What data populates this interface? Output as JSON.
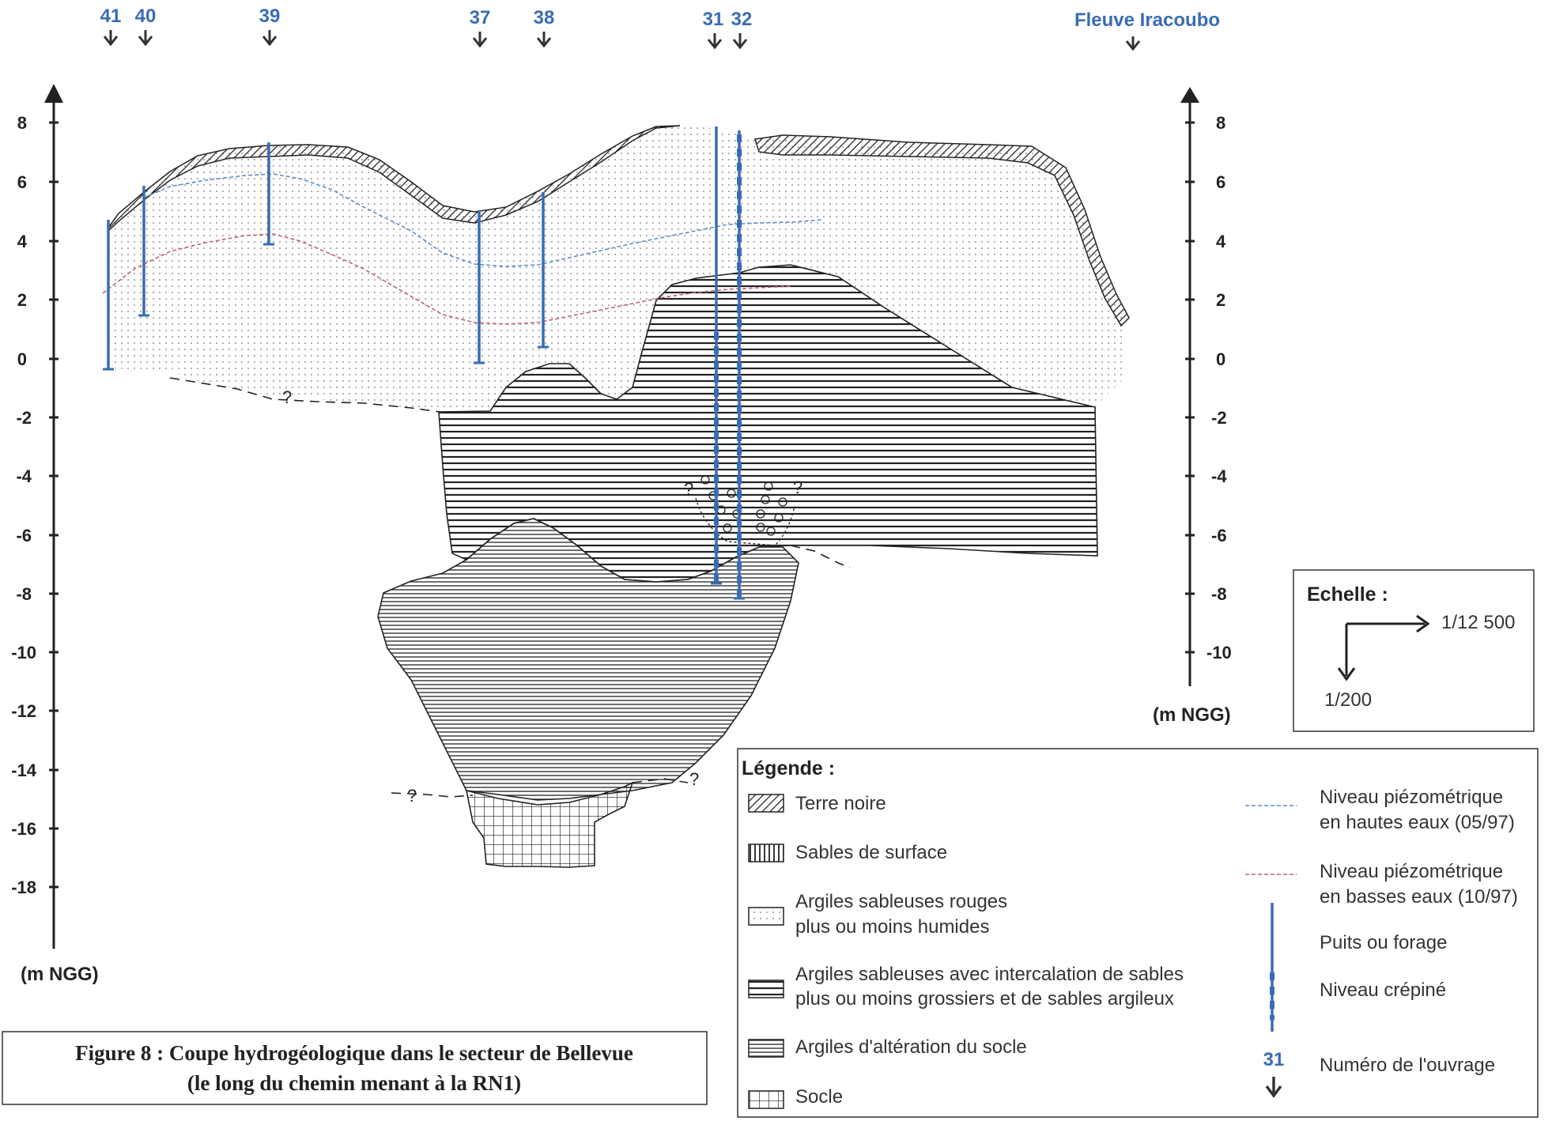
{
  "wells": [
    {
      "number": "41"
    },
    {
      "number": "40"
    },
    {
      "number": "39"
    },
    {
      "number": "37"
    },
    {
      "number": "38"
    },
    {
      "number": "31"
    },
    {
      "number": "32"
    }
  ],
  "river_label": "Fleuve Iracoubo",
  "left_axis": {
    "ticks": [
      "8",
      "6",
      "4",
      "2",
      "0",
      "-2",
      "-4",
      "-6",
      "-8",
      "-10",
      "-12",
      "-14",
      "-16",
      "-18"
    ],
    "unit": "(m NGG)"
  },
  "right_axis": {
    "ticks": [
      "8",
      "6",
      "4",
      "2",
      "0",
      "-2",
      "-4",
      "-6",
      "-8",
      "-10"
    ],
    "unit": "(m NGG)"
  },
  "unknown_marker": "?",
  "scale": {
    "title": "Echelle :",
    "horizontal": "1/12 500",
    "vertical": "1/200"
  },
  "legend": {
    "title": "Légende :",
    "layers": [
      {
        "label": "Terre noire"
      },
      {
        "label": "Sables de surface"
      },
      {
        "label_line1": "Argiles sableuses rouges",
        "label_line2": "plus ou moins humides"
      },
      {
        "label_line1": "Argiles sableuses avec intercalation de sables",
        "label_line2": "plus ou moins grossiers et de sables argileux"
      },
      {
        "label": "Argiles d'altération du socle"
      },
      {
        "label": "Socle"
      }
    ],
    "symbols": {
      "high_water_line1": "Niveau piézométrique",
      "high_water_line2": "en hautes eaux (05/97)",
      "low_water_line1": "Niveau piézométrique",
      "low_water_line2": "en basses eaux (10/97)",
      "well": "Puits ou forage",
      "screen": "Niveau crépiné",
      "number_example": "31",
      "number_label": "Numéro de l'ouvrage"
    }
  },
  "caption": {
    "line1": "Figure 8 : Coupe hydrogéologique dans le secteur de Bellevue",
    "line2": "(le long du chemin menant à la RN1)"
  },
  "colors": {
    "well_blue": "#3a6cb4",
    "high_water": "#5b8fc9",
    "low_water": "#c0607a",
    "ink": "#222222"
  }
}
